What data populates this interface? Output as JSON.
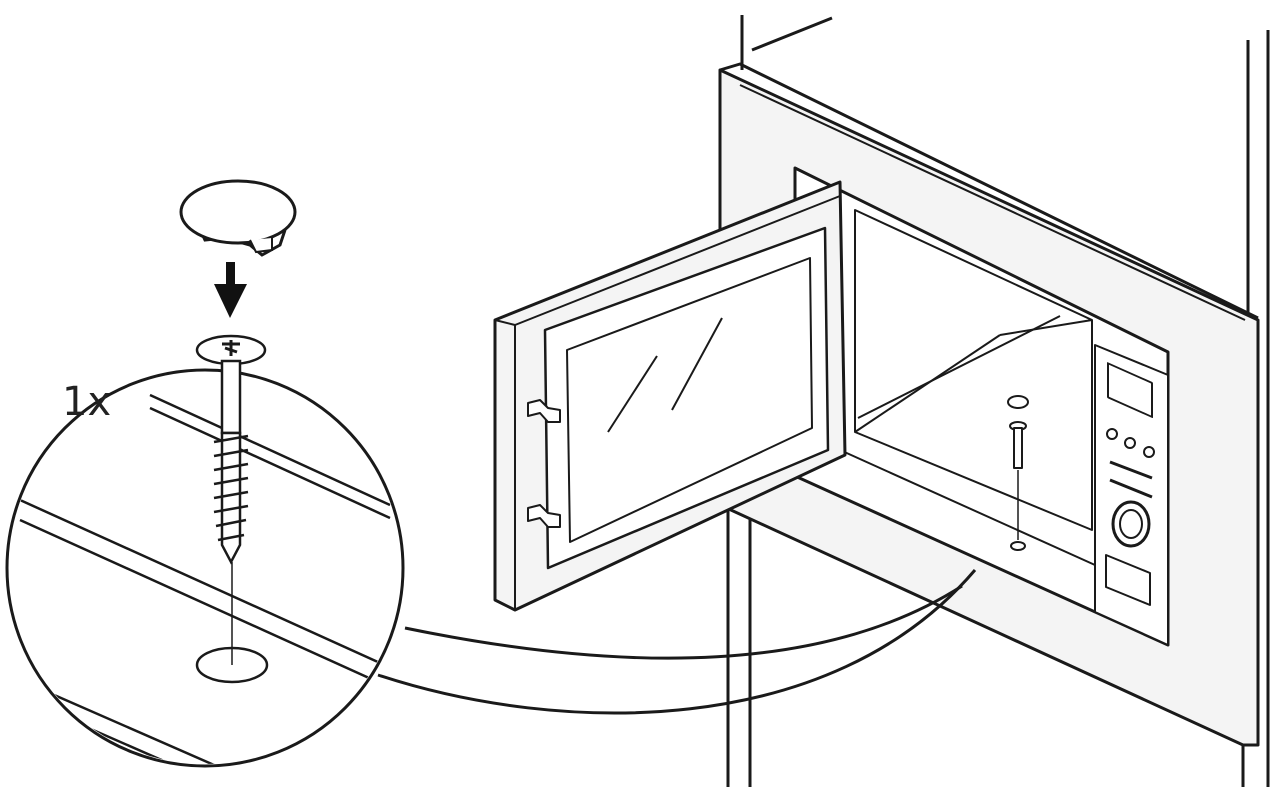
{
  "diagram": {
    "quantity_label": "1x",
    "colors": {
      "line": "#1a1a1a",
      "panel": "#f2f2f2",
      "white": "#ffffff",
      "arrow": "#111111"
    },
    "icons": [
      "screw-icon",
      "cover-cap-icon",
      "down-arrow-icon",
      "microwave-oven",
      "detail-magnifier-circle"
    ]
  }
}
